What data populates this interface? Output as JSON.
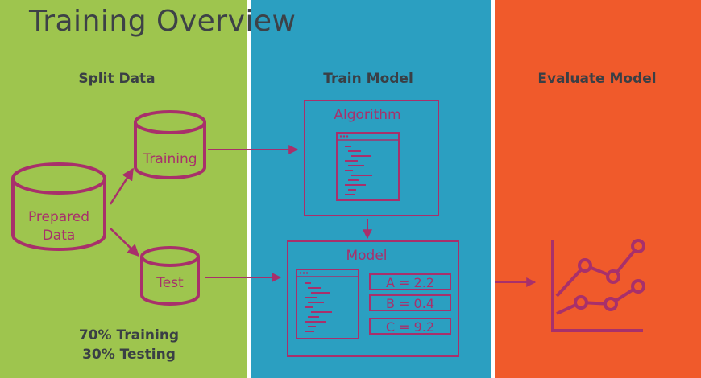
{
  "title": "Training Overview",
  "sections": {
    "split": "Split Data",
    "train": "Train Model",
    "evaluate": "Evaluate Model"
  },
  "databases": {
    "prepared": [
      "Prepared",
      "Data"
    ],
    "training": "Training",
    "test": "Test"
  },
  "algorithm_label": "Algorithm",
  "model_label": "Model",
  "parameters": [
    "A = 2.2",
    "B = 0.4",
    "C = 9.2"
  ],
  "split_notes": [
    "70% Training",
    "30% Testing"
  ],
  "colors": {
    "split_bg": "#9ec54e",
    "train_bg": "#2b9fc1",
    "evaluate_bg": "#f05a2b",
    "accent": "#a8306b",
    "heading_text": "#3a3f45"
  },
  "icons": [
    "database-icon",
    "code-window-icon",
    "line-chart-icon",
    "arrow-icon"
  ]
}
